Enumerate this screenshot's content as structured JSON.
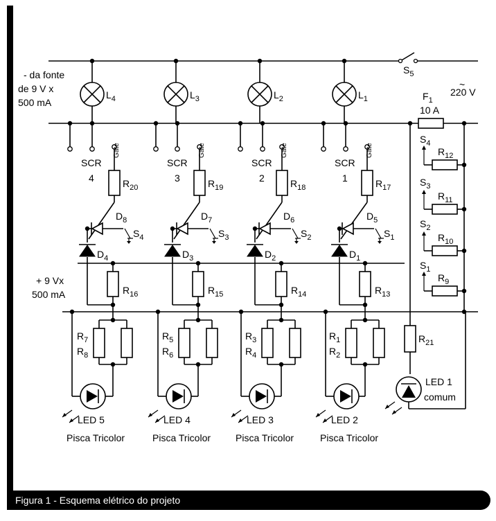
{
  "supply_note": [
    "- da fonte",
    "de 9 V x",
    "500 mA"
  ],
  "mains": {
    "fuse": "F1",
    "fuse_rating": "10 A",
    "voltage": "220 V",
    "switch": "S5"
  },
  "plus_supply": [
    "+ 9 Vx",
    "500 mA"
  ],
  "lamps": [
    "L4",
    "L3",
    "L2",
    "L1"
  ],
  "scr": [
    {
      "label": "SCR",
      "num": "4",
      "gate": "Gate"
    },
    {
      "label": "SCR",
      "num": "3",
      "gate": "Gate"
    },
    {
      "label": "SCR",
      "num": "2",
      "gate": "Gate"
    },
    {
      "label": "SCR",
      "num": "1",
      "gate": "Gate"
    }
  ],
  "gate_resistors": [
    "R20",
    "R19",
    "R18",
    "R17"
  ],
  "upper_diodes": [
    "D8",
    "D7",
    "D6",
    "D5"
  ],
  "switches": [
    "S4",
    "S3",
    "S2",
    "S1"
  ],
  "lower_diodes": [
    "D4",
    "D3",
    "D2",
    "D1"
  ],
  "bias_resistors": [
    "R16",
    "R15",
    "R14",
    "R13"
  ],
  "pair_labels": [
    {
      "top": "R7",
      "bottom": "R8"
    },
    {
      "top": "R5",
      "bottom": "R6"
    },
    {
      "top": "R3",
      "bottom": "R4"
    },
    {
      "top": "R1",
      "bottom": "R2"
    }
  ],
  "leds": [
    {
      "name": "LED 5",
      "desc": "Pisca Tricolor"
    },
    {
      "name": "LED 4",
      "desc": "Pisca Tricolor"
    },
    {
      "name": "LED 3",
      "desc": "Pisca Tricolor"
    },
    {
      "name": "LED 2",
      "desc": "Pisca Tricolor"
    }
  ],
  "common_led": {
    "name": "LED 1",
    "desc": "comum",
    "resistor": "R21"
  },
  "switch_bank": [
    {
      "switch": "S4",
      "resistor": "R12"
    },
    {
      "switch": "S3",
      "resistor": "R11"
    },
    {
      "switch": "S2",
      "resistor": "R10"
    },
    {
      "switch": "S1",
      "resistor": "R9"
    }
  ],
  "caption": "Figura 1 -  Esquema elétrico do projeto"
}
